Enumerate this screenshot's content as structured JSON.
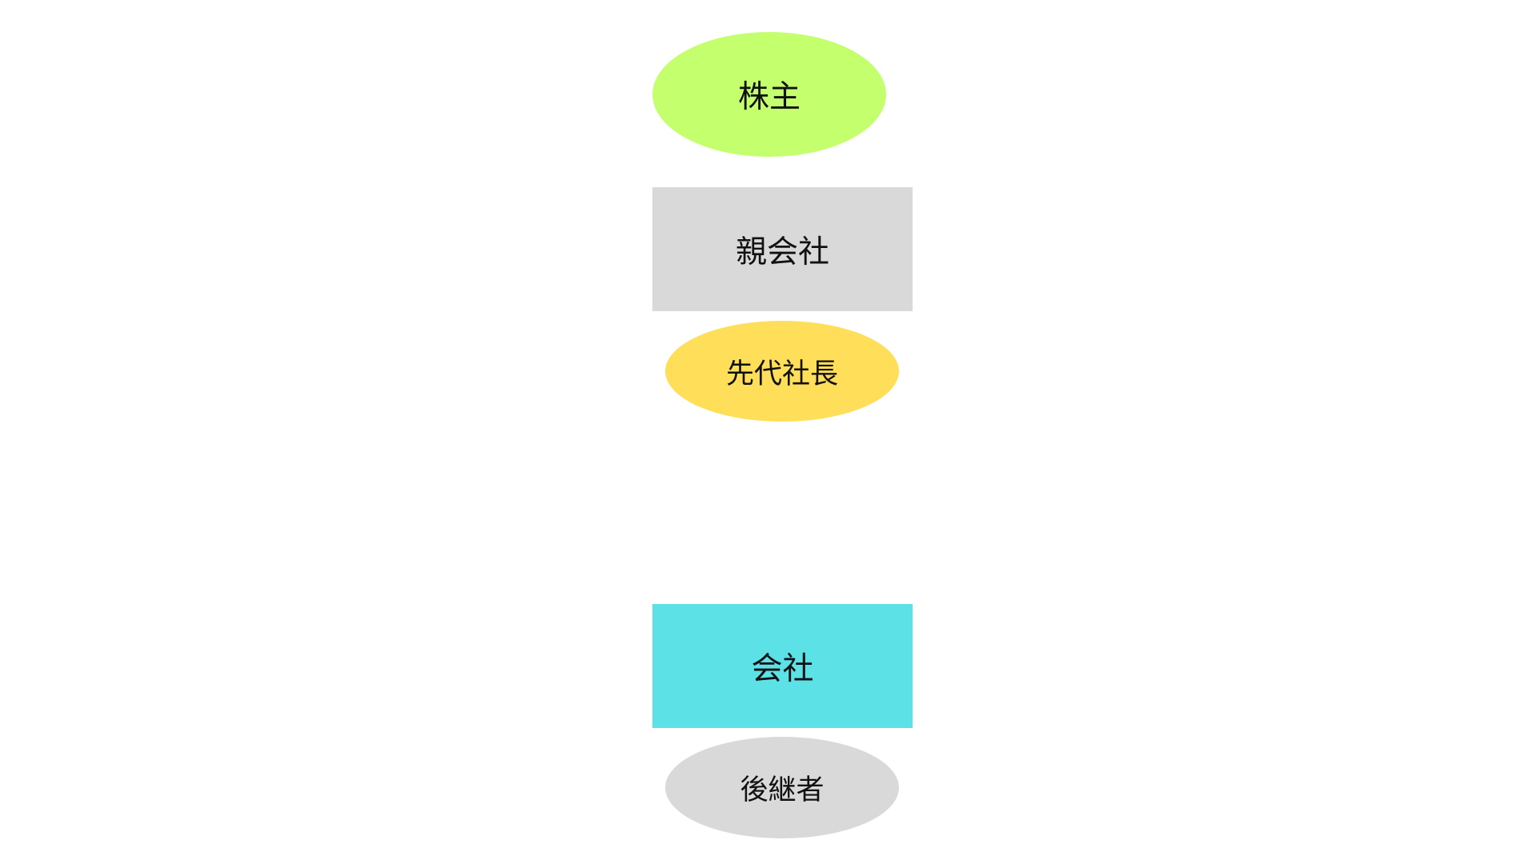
{
  "diagram": {
    "nodes": {
      "shareholder": {
        "label": "株主",
        "shape": "ellipse",
        "color": "#C4FF6E"
      },
      "parent_company": {
        "label": "親会社",
        "shape": "rectangle",
        "color": "#D9D9D9"
      },
      "previous_president": {
        "label": "先代社長",
        "shape": "ellipse",
        "color": "#FFDE59"
      },
      "company": {
        "label": "会社",
        "shape": "rectangle",
        "color": "#5CE1E6"
      },
      "successor": {
        "label": "後継者",
        "shape": "ellipse",
        "color": "#D9D9D9"
      }
    }
  }
}
